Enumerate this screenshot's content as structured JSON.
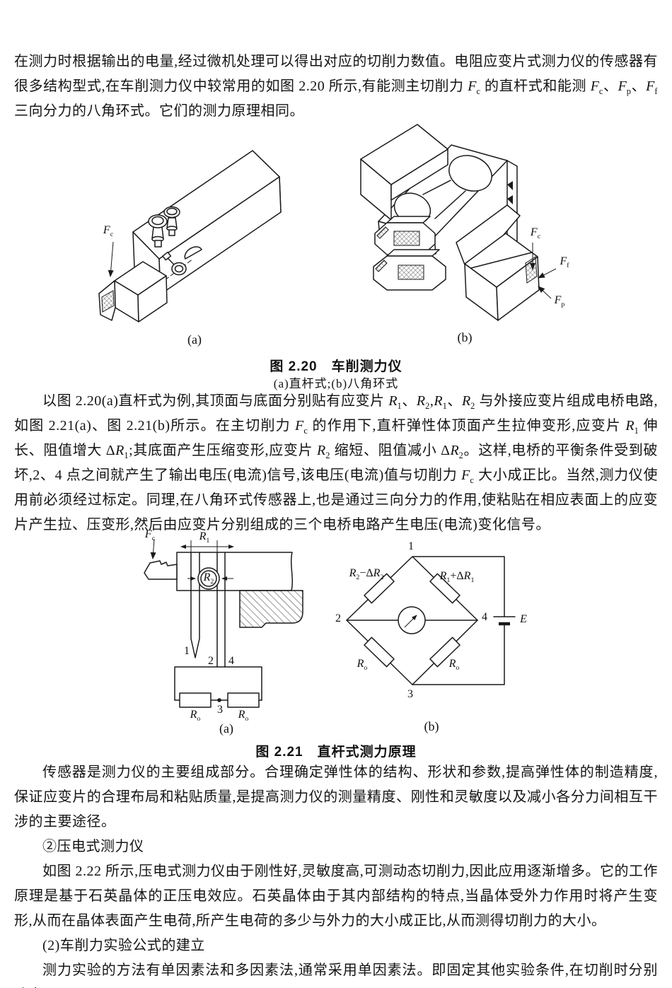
{
  "paragraphs": {
    "p1": "在测力时根据输出的电量,经过微机处理可以得出对应的切削力数值。电阻应变片式测力仪的传感器有很多结构型式,在车削测力仪中较常用的如图 2.20 所示,有能测主切削力 *F*~c~ 的直杆式和能测 *F*~c~、*F*~p~、*F*~f~ 三向分力的八角环式。它们的测力原理相同。",
    "p2": "以图 2.20(a)直杆式为例,其顶面与底面分别贴有应变片 *R*~1~、*R*~2~,*R*~1~、*R*~2~ 与外接应变片组成电桥电路,如图 2.21(a)、图 2.21(b)所示。在主切削力 *F*~c~ 的作用下,直杆弹性体顶面产生拉伸变形,应变片 *R*~1~ 伸长、阻值增大 Δ*R*~1~;其底面产生压缩变形,应变片 *R*~2~ 缩短、阻值减小 Δ*R*~2~。这样,电桥的平衡条件受到破坏,2、4 点之间就产生了输出电压(电流)信号,该电压(电流)值与切削力 *F*~c~ 大小成正比。当然,测力仪使用前必须经过标定。同理,在八角环式传感器上,也是通过三向分力的作用,使粘贴在相应表面上的应变片产生拉、压变形,然后由应变片分别组成的三个电桥电路产生电压(电流)变化信号。",
    "p3": "传感器是测力仪的主要组成部分。合理确定弹性体的结构、形状和参数,提高弹性体的制造精度,保证应变片的合理布局和粘贴质量,是提高测力仪的测量精度、刚性和灵敏度以及减小各分力间相互干涉的主要途径。",
    "p4": "②压电式测力仪",
    "p5": "如图 2.22 所示,压电式测力仪由于刚性好,灵敏度高,可测动态切削力,因此应用逐渐增多。它的工作原理是基于石英晶体的正压电效应。石英晶体由于其内部结构的特点,当晶体受外力作用时将产生变形,从而在晶体表面产生电荷,所产生电荷的多少与外力的大小成正比,从而测得切削力的大小。",
    "p6": "(2)车削力实验公式的建立",
    "p7": "测力实验的方法有单因素法和多因素法,通常采用单因素法。即固定其他实验条件,在切削时分别改变"
  },
  "fig220": {
    "caption": "图 2.20　车削测力仪",
    "subcaption": "(a)直杆式;(b)八角环式",
    "label_a": "(a)",
    "label_b": "(b)",
    "fc": "*F*~c~",
    "ff": "*F*~f~",
    "fp": "*F*~p~"
  },
  "fig221": {
    "caption": "图 2.21　直杆式测力原理",
    "label_a": "(a)",
    "label_b": "(b)",
    "a": {
      "fc": "*F*~c~",
      "r1": "*R*~1~",
      "r2": "*R*~2~",
      "n1": "1",
      "n2": "2",
      "n4": "4",
      "n3": "3",
      "ro_left": "*R*~o~",
      "ro_right": "*R*~o~"
    },
    "b": {
      "arm_tl": "*R*~2~−Δ*R*~2~",
      "arm_tr": "*R*~1~+Δ*R*~1~",
      "arm_bl": "*R*~o~",
      "arm_br": "*R*~o~",
      "n1": "1",
      "n2": "2",
      "n4": "4",
      "n3": "3",
      "e": "*E*"
    }
  },
  "colors": {
    "ink": "#1a1a1a",
    "paper": "#ffffff"
  }
}
